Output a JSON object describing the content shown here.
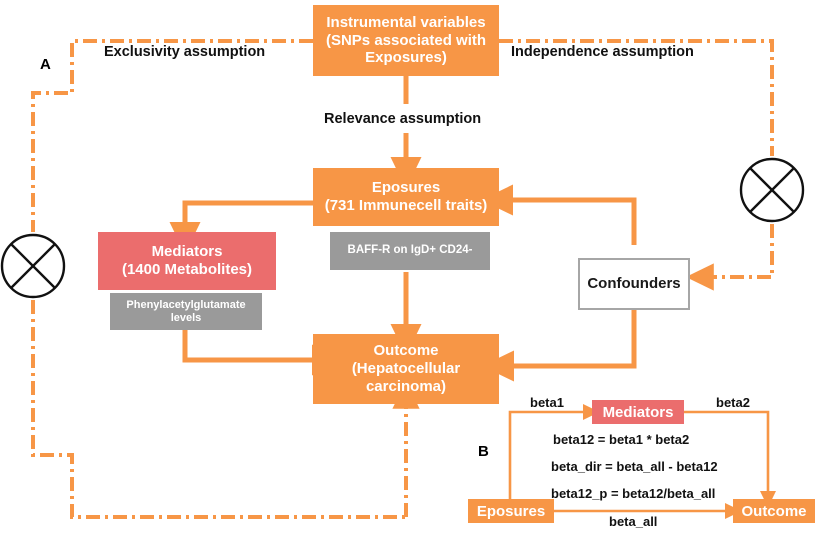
{
  "panel_a": {
    "letter": "A",
    "assumptions": {
      "exclusivity": "Exclusivity assumption",
      "independence": "Independence assumption",
      "relevance": "Relevance assumption"
    },
    "nodes": {
      "instrumental_variables": "Instrumental variables\n(SNPs associated with\nExposures)",
      "instrumental_variables_line1": "Instrumental variables",
      "instrumental_variables_line2": "(SNPs associated with",
      "instrumental_variables_line3": "Exposures)",
      "exposures_line1": "Eposures",
      "exposures_line2": "(731 Immunecell traits)",
      "exposures_tag": "BAFF-R on IgD+ CD24-",
      "mediators_line1": "Mediators",
      "mediators_line2": "(1400 Metabolites)",
      "mediators_tag_line1": "Phenylacetylglutamate",
      "mediators_tag_line2": "levels",
      "outcome_line1": "Outcome",
      "outcome_line2": "(Hepatocellular",
      "outcome_line3": "carcinoma)",
      "confounders": "Confounders"
    }
  },
  "panel_b": {
    "letter": "B",
    "nodes": {
      "exposures": "Eposures",
      "mediators": "Mediators",
      "outcome": "Outcome"
    },
    "edge_labels": {
      "beta1": "beta1",
      "beta2": "beta2",
      "beta_all": "beta_all"
    },
    "formulas": [
      "beta12 = beta1 * beta2",
      "beta_dir = beta_all - beta12",
      "beta12_p = beta12/beta_all"
    ]
  },
  "colors": {
    "orange": "#F79646",
    "red": "#EB6D6D",
    "gray": "#9A9A9A",
    "gray_border": "#A6A6A6",
    "text_dark": "#111111"
  }
}
